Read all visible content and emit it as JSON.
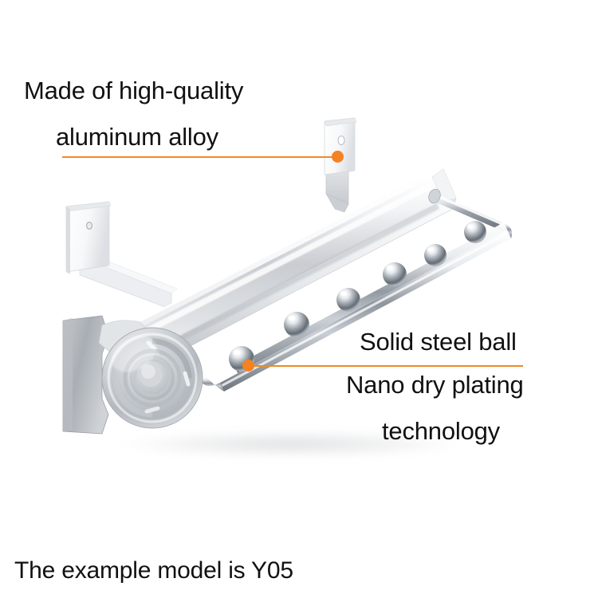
{
  "image": {
    "kind": "product-feature-photo",
    "background_color": "#ffffff",
    "subject": "wall-mounted aluminum alloy towel rack bar with chrome steel ball rod"
  },
  "callouts": [
    {
      "id": "aluminum-alloy",
      "line_1": "Made of high-quality",
      "line_2": "aluminum alloy",
      "underline_color": "#f08a24",
      "pointer_target": "mounting-bracket"
    },
    {
      "id": "steel-ball",
      "line_1": "Solid steel ball",
      "line_2": "Nano dry plating",
      "line_3": "technology",
      "underline_color": "#f08a24",
      "pointer_target": "steel-ball"
    }
  ],
  "caption": {
    "text": "The example model is Y05"
  },
  "accents": {
    "orange": "#f58220",
    "line": "#f08a24",
    "text": "#111111"
  },
  "product": {
    "bar_label": "aluminum-alloy-bar",
    "end_cap_label": "circular-end-cap",
    "rod_label": "chrome-rod",
    "steel_ball_count": 6,
    "bracket_count": 2
  }
}
